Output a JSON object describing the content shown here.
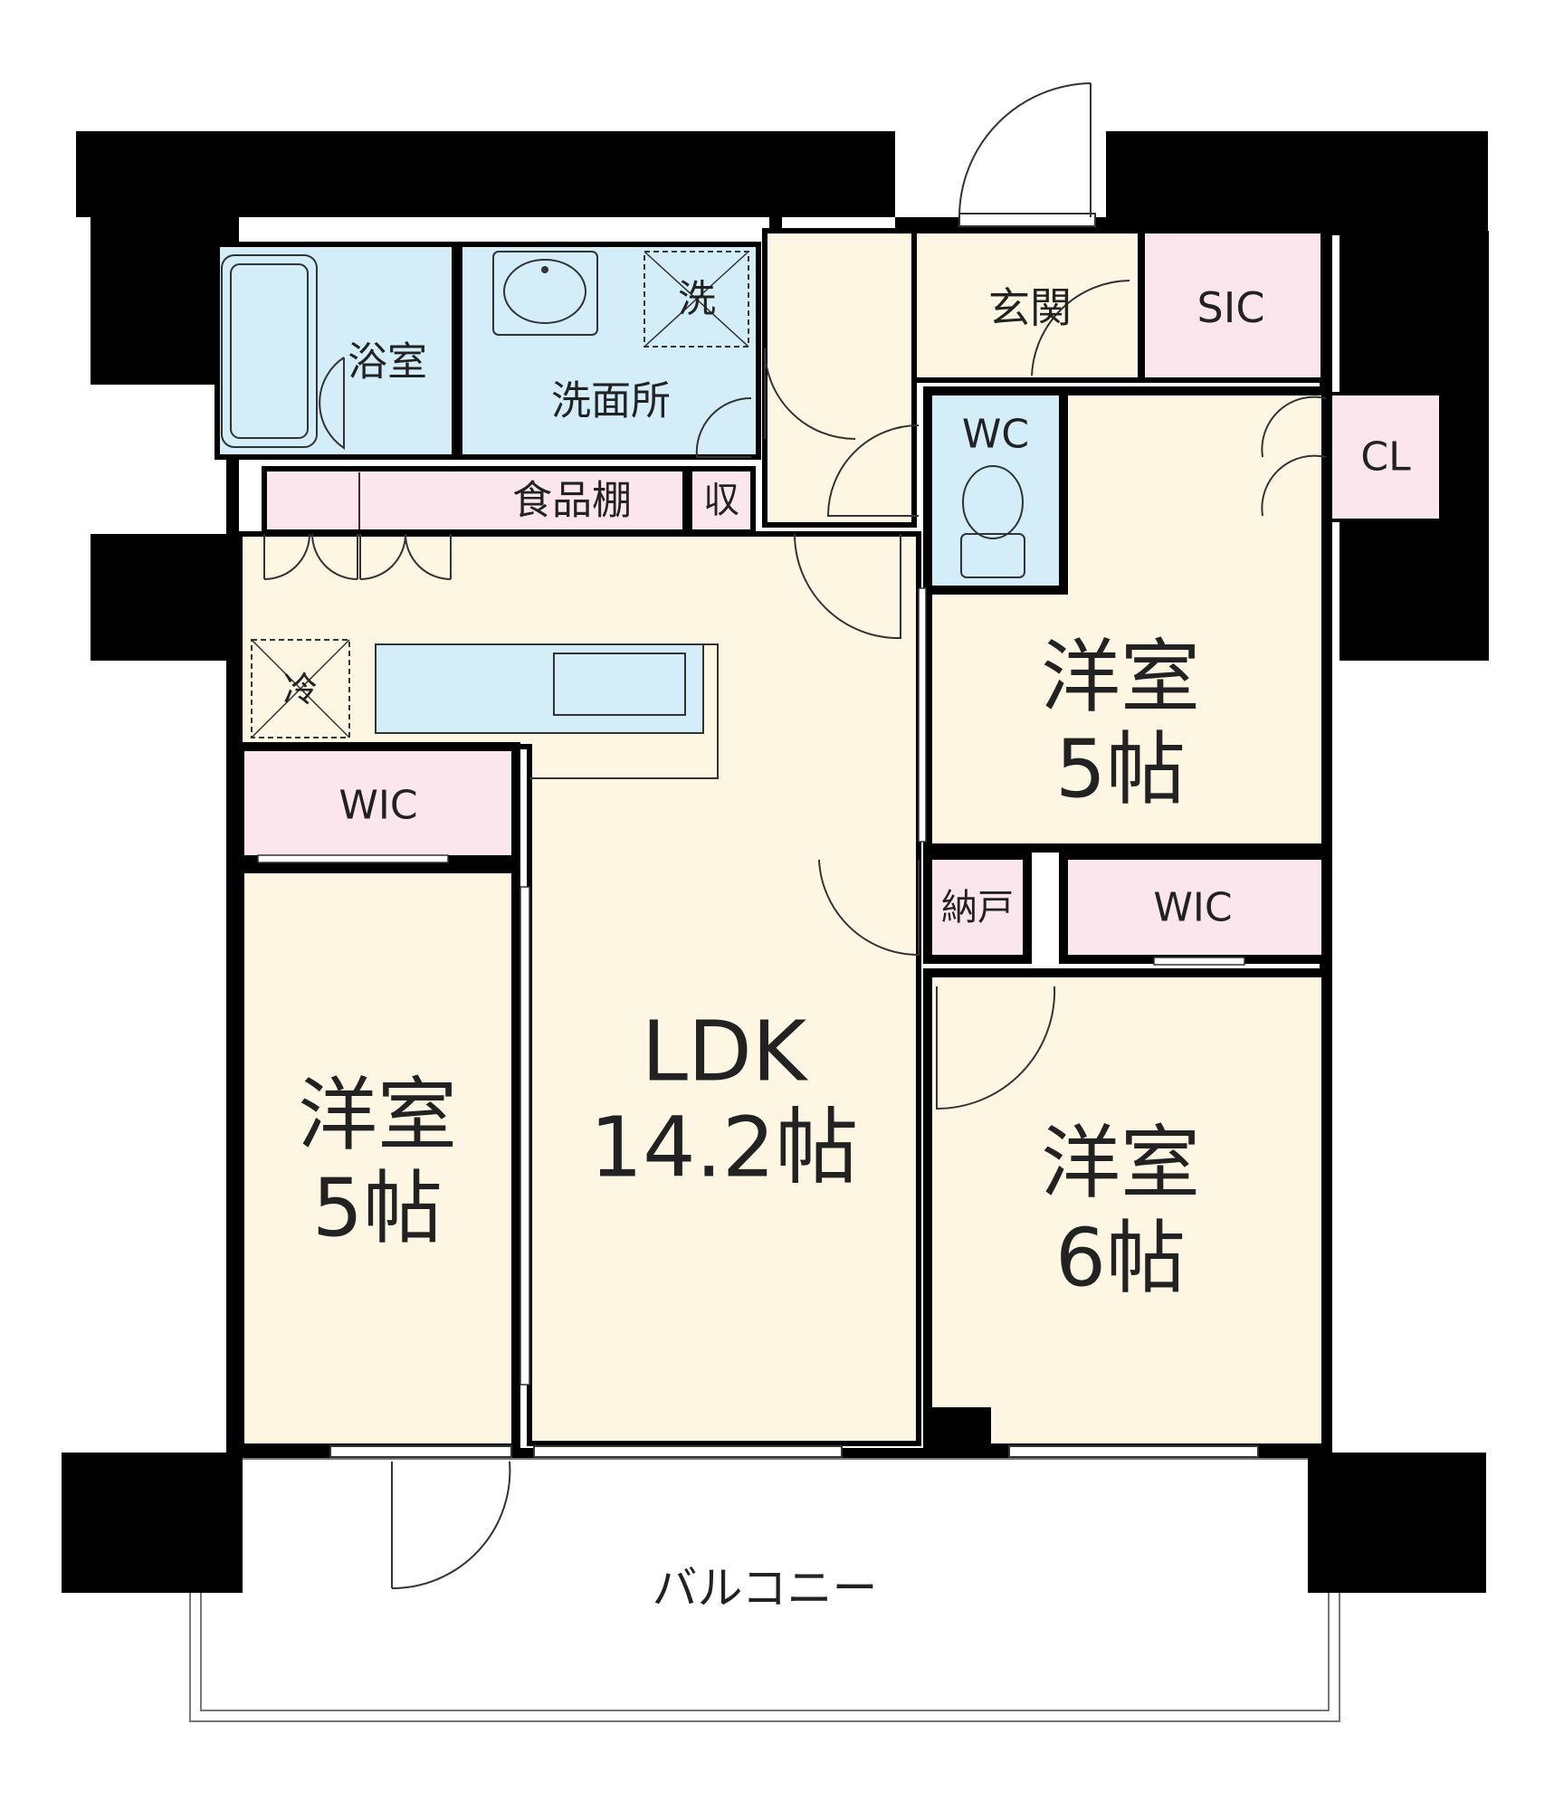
{
  "colors": {
    "wall": "#000000",
    "living": "#fdf6e3",
    "wet": "#d3eef8",
    "storage": "#fbe6ee",
    "balcony": "#ffffff"
  },
  "labels": {
    "bath": "浴室",
    "washroom": "洗面所",
    "washer": "洗",
    "entrance": "玄関",
    "sic": "SIC",
    "pantry": "食品棚",
    "storage_small": "収",
    "wc": "WC",
    "cl": "CL",
    "fridge": "冷",
    "wic_left": "WIC",
    "wic_right": "WIC",
    "nando": "納戸",
    "room_ne_type": "洋室",
    "room_ne_size": "5帖",
    "room_w_type": "洋室",
    "room_w_size": "5帖",
    "room_se_type": "洋室",
    "room_se_size": "6帖",
    "ldk_name": "LDK",
    "ldk_size": "14.2帖",
    "balcony": "バルコニー"
  }
}
